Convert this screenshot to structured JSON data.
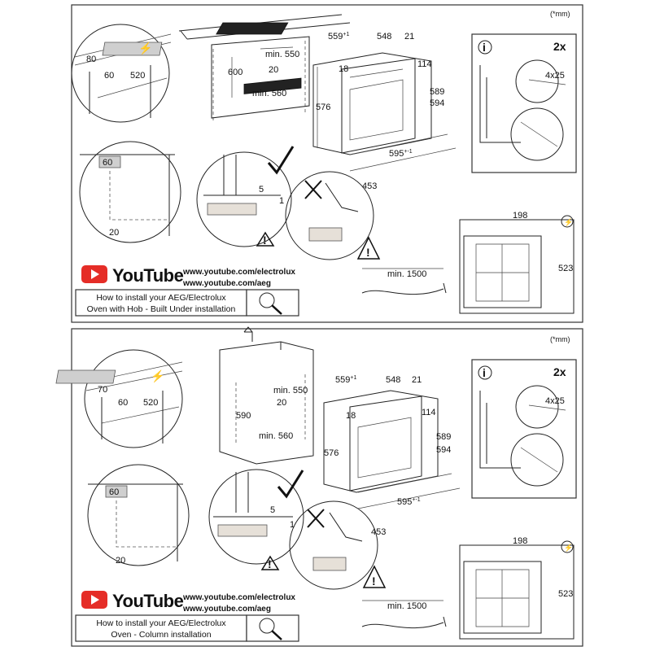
{
  "panels": [
    {
      "unit_note": "(*mm)",
      "dimensions": {
        "d80": "80",
        "d60a": "60",
        "d520": "520",
        "d600": "600",
        "min550": "min. 550",
        "d20": "20",
        "min560": "min. 560",
        "d18": "18",
        "d559": "559",
        "d559_sup": "+1",
        "d548": "548",
        "d21": "21",
        "d114": "114",
        "d589": "589",
        "d594": "594",
        "d576": "576",
        "d595": "595",
        "d595_sup": "+-1",
        "d453": "453",
        "d60b": "60",
        "d20b": "20",
        "d5": "5",
        "d1": "1",
        "min1500": "min. 1500",
        "d198": "198",
        "d523": "523"
      },
      "screw_count": "2x",
      "screw_size": "4x25",
      "youtube_label": "YouTube",
      "urls": [
        "www.youtube.com/electrolux",
        "www.youtube.com/aeg"
      ],
      "caption_lines": [
        "How to install your AEG/Electrolux",
        "Oven with Hob - Built Under installation"
      ]
    },
    {
      "unit_note": "(*mm)",
      "dimensions": {
        "d70": "70",
        "d60a": "60",
        "d520": "520",
        "d590": "590",
        "min550": "min. 550",
        "d20": "20",
        "min560": "min. 560",
        "d18": "18",
        "d559": "559",
        "d559_sup": "+1",
        "d548": "548",
        "d21": "21",
        "d114": "114",
        "d589": "589",
        "d594": "594",
        "d576": "576",
        "d595": "595",
        "d595_sup": "+-1",
        "d453": "453",
        "d60b": "60",
        "d20b": "20",
        "d5": "5",
        "d1": "1",
        "min1500": "min. 1500",
        "d198": "198",
        "d523": "523"
      },
      "screw_count": "2x",
      "screw_size": "4x25",
      "youtube_label": "YouTube",
      "urls": [
        "www.youtube.com/electrolux",
        "www.youtube.com/aeg"
      ],
      "caption_lines": [
        "How to install your AEG/Electrolux",
        "Oven - Column installation"
      ]
    }
  ],
  "colors": {
    "youtube_red": "#e52d27",
    "line": "#222222",
    "shade": "#cfcfcf"
  }
}
